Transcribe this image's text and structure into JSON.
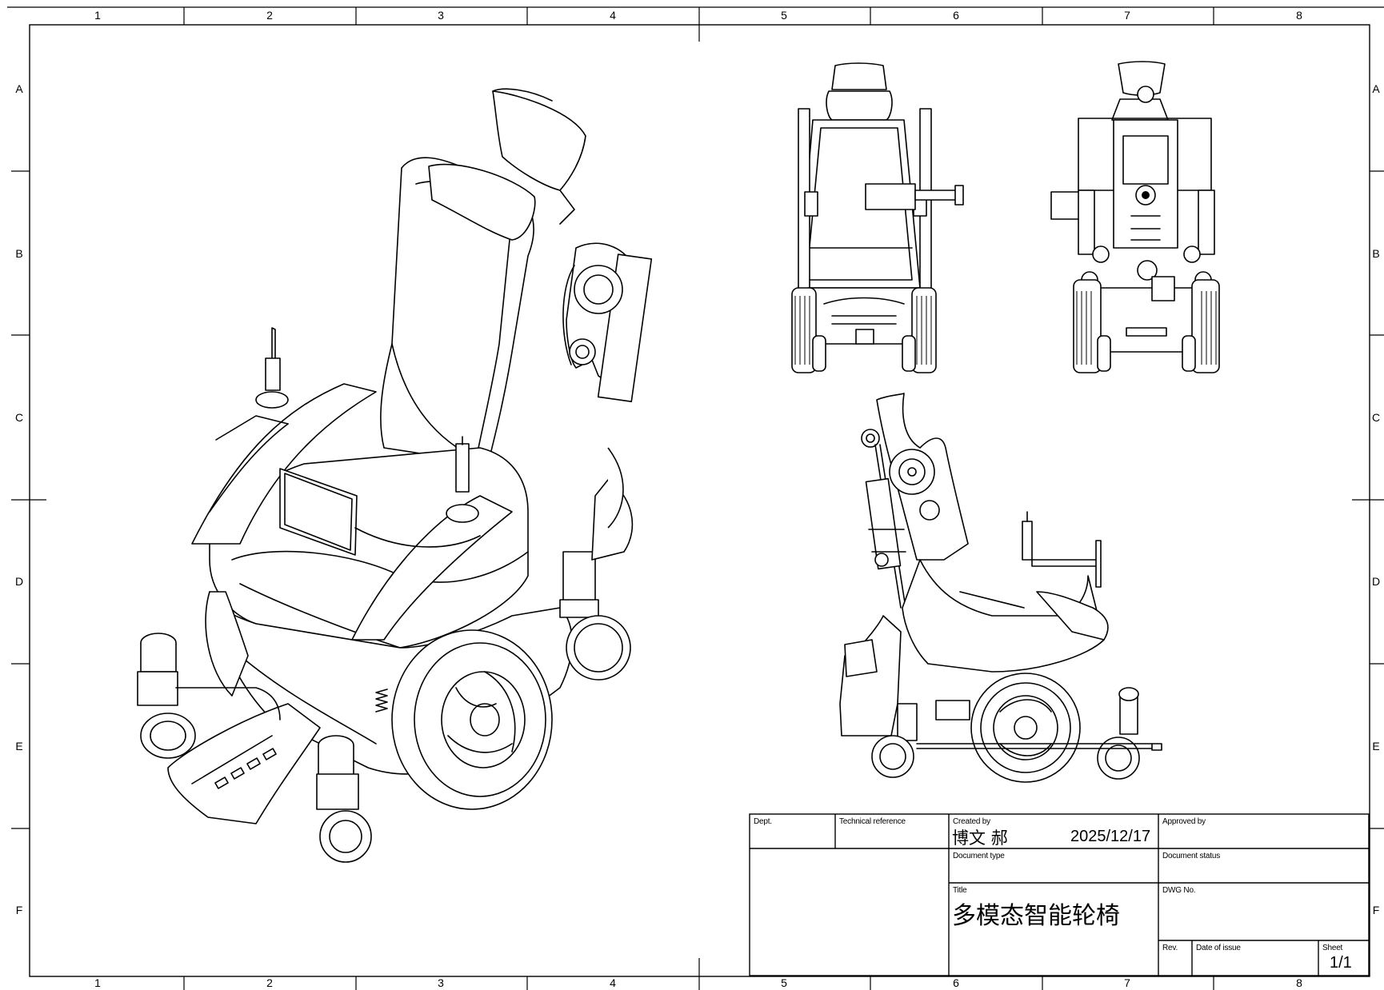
{
  "frame": {
    "columns": [
      "1",
      "2",
      "3",
      "4",
      "5",
      "6",
      "7",
      "8"
    ],
    "rows": [
      "A",
      "B",
      "C",
      "D",
      "E",
      "F"
    ]
  },
  "title_block": {
    "dept_label": "Dept.",
    "technical_reference_label": "Technical reference",
    "created_by_label": "Created by",
    "created_by_name": "博文 郝",
    "created_date": "2025/12/17",
    "approved_by_label": "Approved by",
    "document_type_label": "Document type",
    "document_status_label": "Document status",
    "title_label": "Title",
    "title": "多模态智能轮椅",
    "dwg_no_label": "DWG No.",
    "rev_label": "Rev.",
    "date_of_issue_label": "Date of issue",
    "sheet_label": "Sheet",
    "sheet_value": "1/1"
  }
}
